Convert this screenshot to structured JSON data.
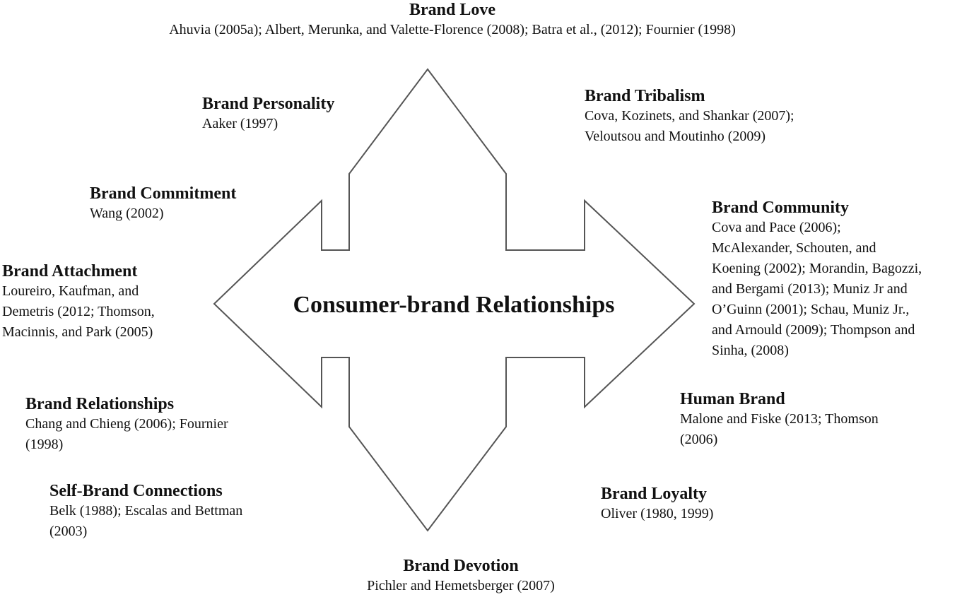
{
  "center": {
    "title": "Consumer-brand Relationships"
  },
  "nodes": [
    {
      "id": "brand-love",
      "title": "Brand Love",
      "refs": [
        "Ahuvia (2005a); Albert, Merunka, and Valette-Florence (2008); Batra et al., (2012); Fournier (1998)"
      ]
    },
    {
      "id": "brand-personality",
      "title": "Brand Personality",
      "refs": [
        "Aaker (1997)"
      ]
    },
    {
      "id": "brand-tribalism",
      "title": "Brand Tribalism",
      "refs": [
        "Cova, Kozinets, and Shankar (2007);",
        "Veloutsou and Moutinho (2009)"
      ]
    },
    {
      "id": "brand-commitment",
      "title": "Brand Commitment",
      "refs": [
        "Wang (2002)"
      ]
    },
    {
      "id": "brand-community",
      "title": "Brand Community",
      "refs": [
        "Cova and Pace (2006);",
        "McAlexander, Schouten, and",
        "Koening (2002); Morandin, Bagozzi,",
        "and Bergami (2013); Muniz Jr and",
        "O’Guinn (2001); Schau, Muniz Jr.,",
        "and Arnould (2009); Thompson and",
        "Sinha, (2008)"
      ]
    },
    {
      "id": "brand-attachment",
      "title": "Brand Attachment",
      "refs": [
        "Loureiro, Kaufman, and",
        "Demetris (2012; Thomson,",
        "Macinnis, and Park (2005)"
      ]
    },
    {
      "id": "brand-relationships",
      "title": "Brand Relationships",
      "refs": [
        "Chang and Chieng (2006); Fournier",
        "(1998)"
      ]
    },
    {
      "id": "human-brand",
      "title": "Human Brand",
      "refs": [
        "Malone and Fiske (2013; Thomson",
        "(2006)"
      ]
    },
    {
      "id": "self-brand-connections",
      "title": "Self-Brand Connections",
      "refs": [
        "Belk (1988); Escalas and Bettman",
        "(2003)"
      ]
    },
    {
      "id": "brand-loyalty",
      "title": "Brand Loyalty",
      "refs": [
        "Oliver (1980, 1999)"
      ]
    },
    {
      "id": "brand-devotion",
      "title": "Brand Devotion",
      "refs": [
        "Pichler and Hemetsberger (2007)"
      ]
    }
  ]
}
